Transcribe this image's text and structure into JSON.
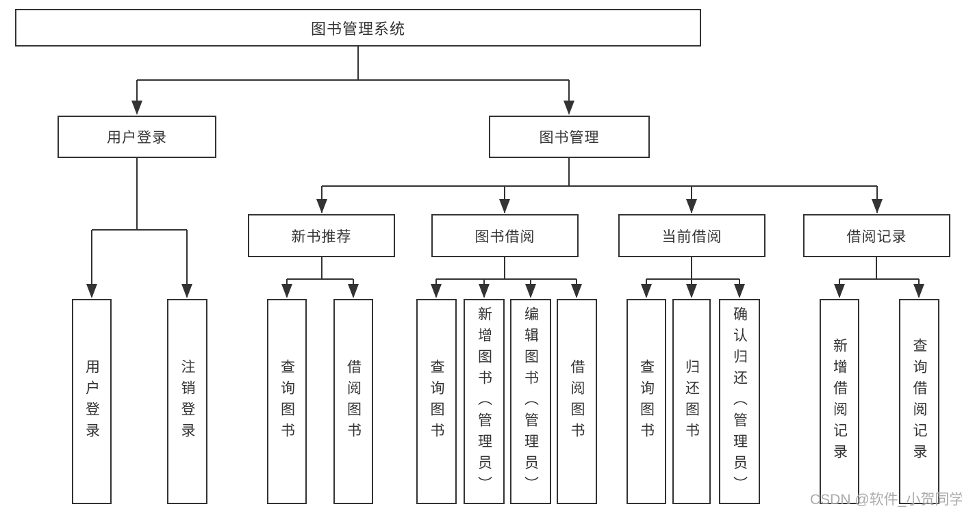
{
  "diagram_type": "hierarchy-chart",
  "colors": {
    "background": "#ffffff",
    "box_border": "#333333",
    "connector_line": "#333333",
    "text": "#333333",
    "watermark_text": "#9e9e9e"
  },
  "tree": {
    "root": {
      "label": "图书管理系统"
    },
    "branches": [
      {
        "label": "用户登录",
        "children": [
          {
            "label": "用户登录"
          },
          {
            "label": "注销登录"
          }
        ]
      },
      {
        "label": "图书管理",
        "children": [
          {
            "label": "新书推荐",
            "children": [
              {
                "label": "查询图书"
              },
              {
                "label": "借阅图书"
              }
            ]
          },
          {
            "label": "图书借阅",
            "children": [
              {
                "label": "查询图书"
              },
              {
                "label": "新增图书（管理员）"
              },
              {
                "label": "编辑图书（管理员）"
              },
              {
                "label": "借阅图书"
              }
            ]
          },
          {
            "label": "当前借阅",
            "children": [
              {
                "label": "查询图书"
              },
              {
                "label": "归还图书"
              },
              {
                "label": "确认归还（管理员）"
              }
            ]
          },
          {
            "label": "借阅记录",
            "children": [
              {
                "label": "新增借阅记录"
              },
              {
                "label": "查询借阅记录"
              }
            ]
          }
        ]
      }
    ]
  },
  "watermark": {
    "text": "CSDN @软件_小贺同学"
  }
}
